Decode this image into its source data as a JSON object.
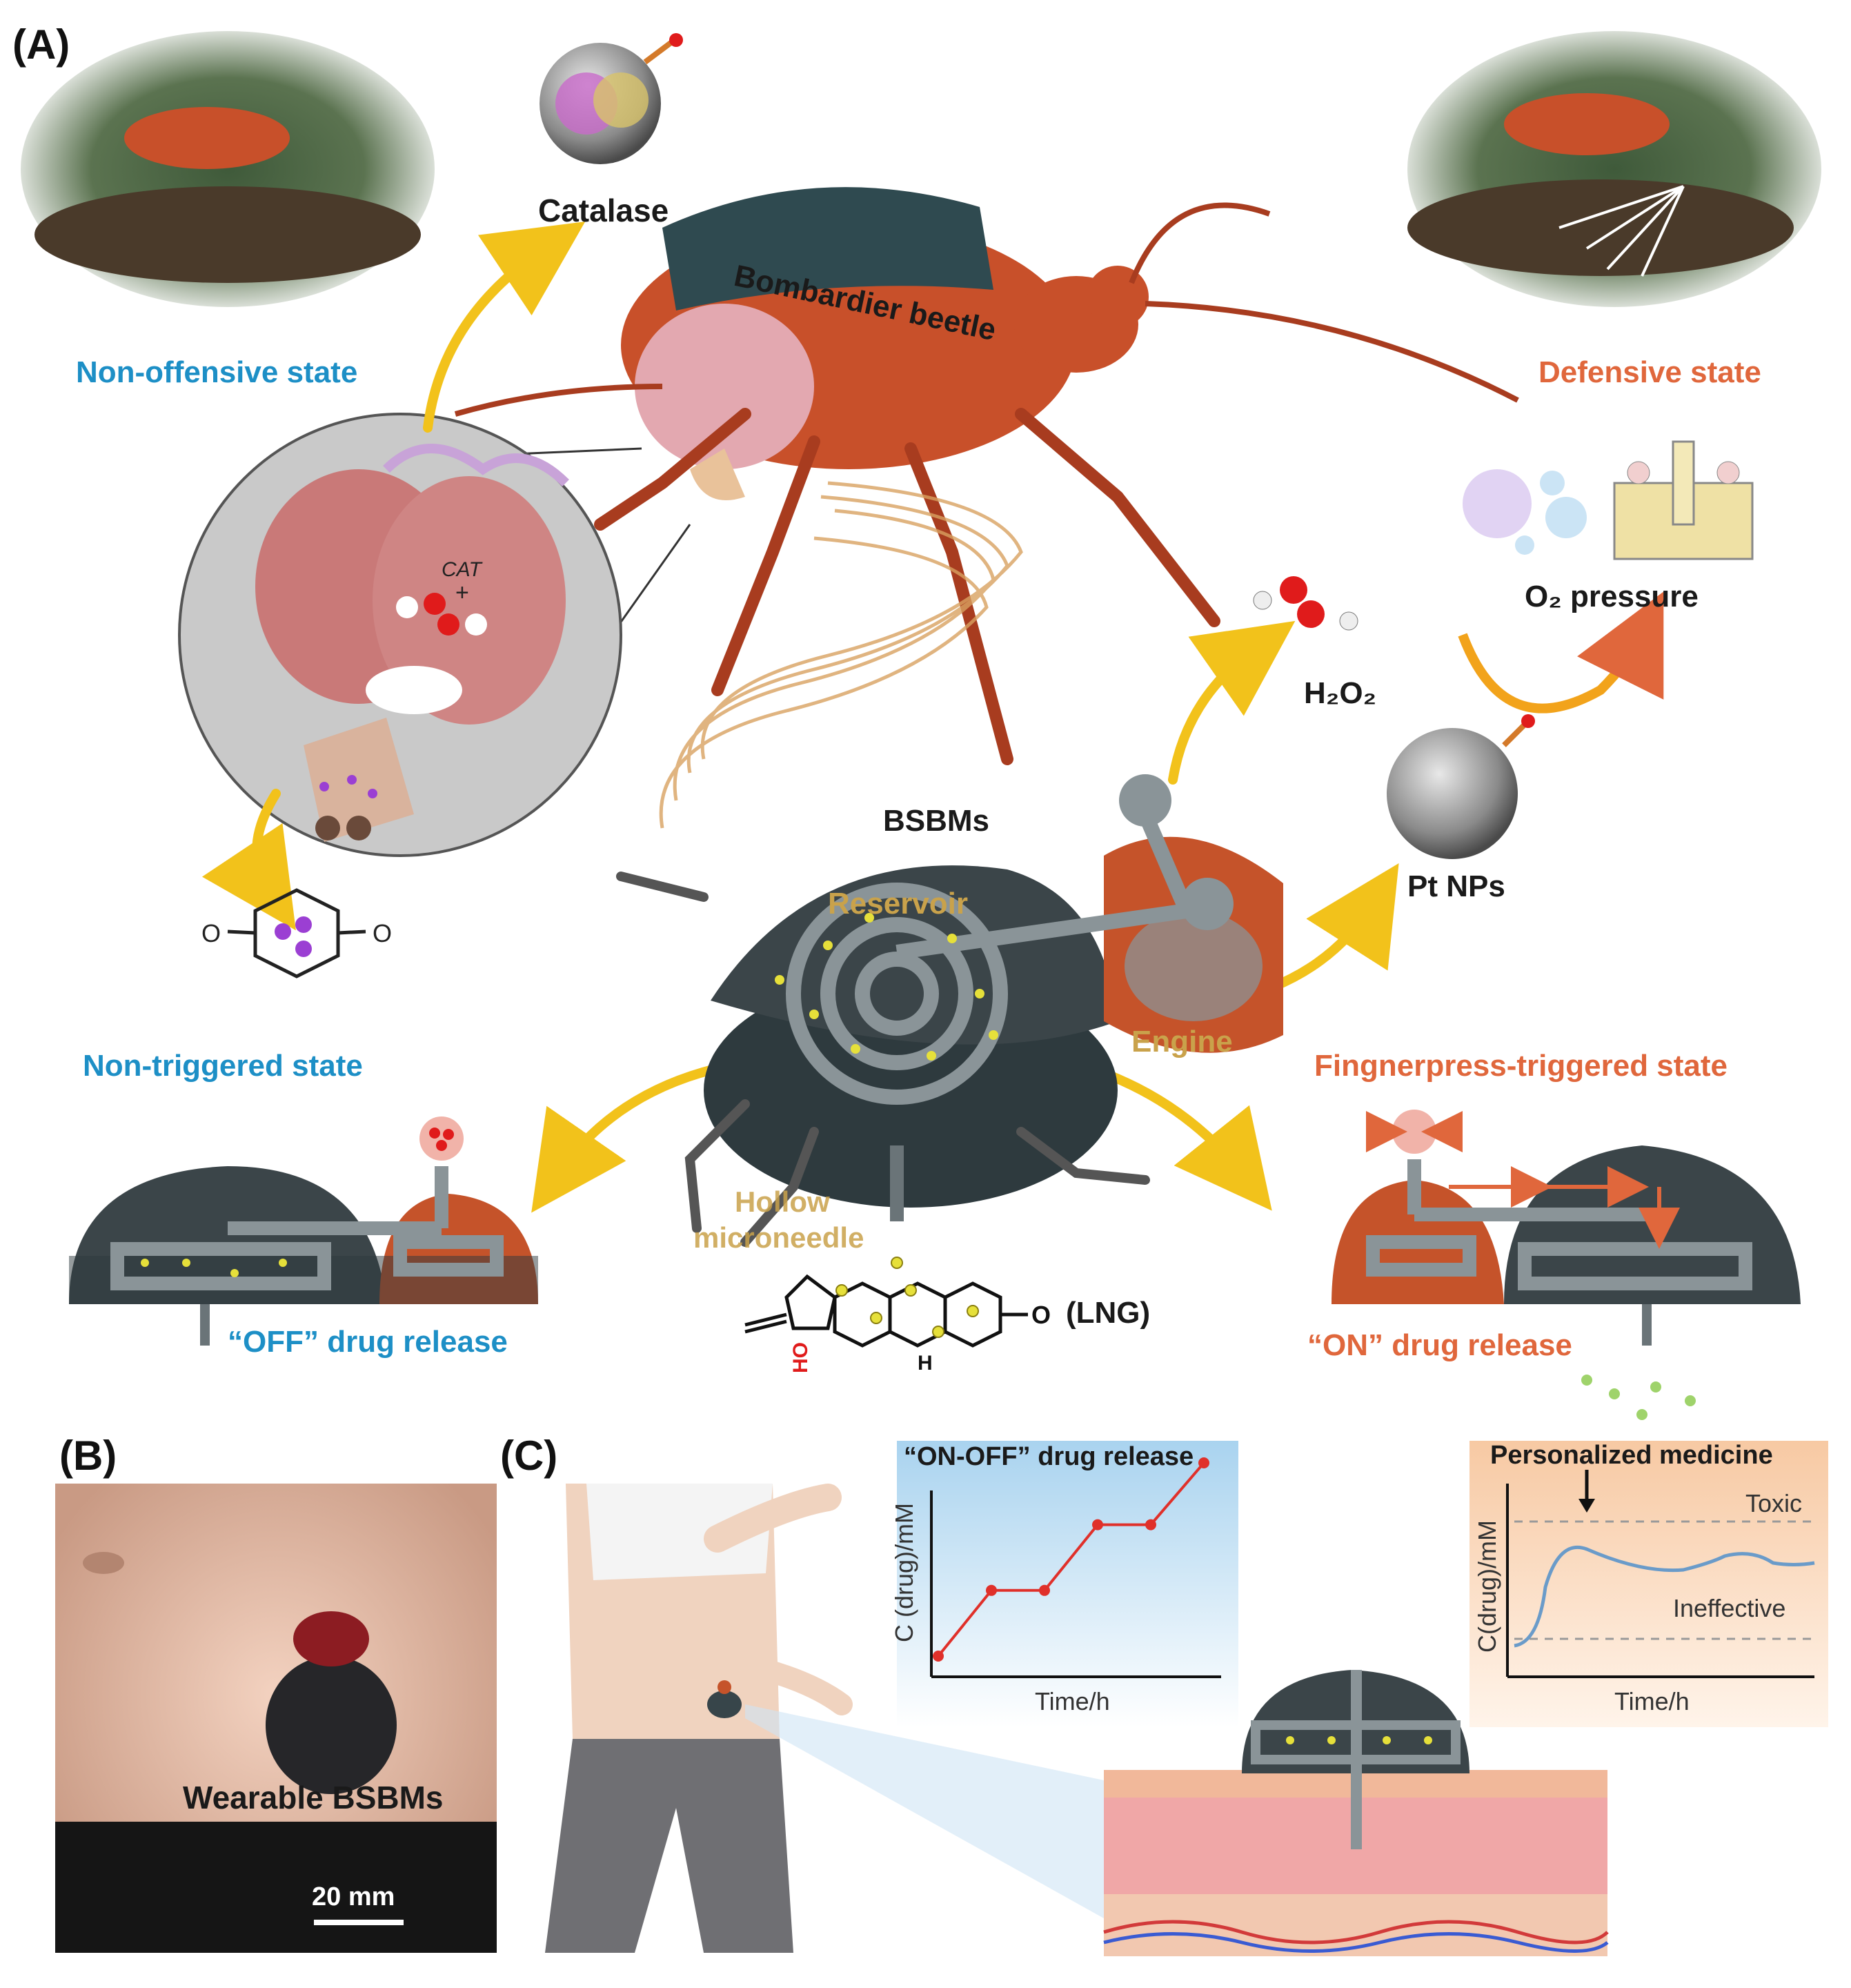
{
  "panels": {
    "a": "(A)",
    "b": "(B)",
    "c": "(C)"
  },
  "panel_a": {
    "catalase": "Catalase",
    "bombardier_beetle": "Bombardier beetle",
    "non_offensive_state": "Non-offensive state",
    "defensive_state": "Defensive state",
    "cat_label": "CAT",
    "cat_plus": "+",
    "o2_pressure": "O₂  pressure",
    "h2o2": "H₂O₂",
    "pt_nps": "Pt NPs",
    "bsbms": "BSBMs",
    "reservoir": "Reservoir",
    "engine": "Engine",
    "non_triggered_state": "Non-triggered state",
    "fingerpress_triggered_state": "Fingnerpress-triggered state",
    "hollow_microneedle_1": "Hollow",
    "hollow_microneedle_2": "microneedle",
    "lng": "(LNG)",
    "off_release": "“OFF”  drug release",
    "on_release": "“ON” drug release",
    "quinone_o_left": "O",
    "quinone_o_right": "O",
    "lng_o": "O",
    "lng_ho": "HO",
    "lng_h": "H"
  },
  "panel_b": {
    "wearable_label": "Wearable BSBMs",
    "scale_bar": "20 mm"
  },
  "panel_c": {
    "chart1_title": "“ON-OFF” drug release",
    "chart1_ylabel": "C (drug)/mM",
    "chart1_xlabel": "Time/h",
    "chart2_title": "Personalized medicine",
    "chart2_ylabel": "C(drug)/mM",
    "chart2_xlabel": "Time/h",
    "toxic": "Toxic",
    "ineffective": "Ineffective"
  },
  "chart_data": [
    {
      "type": "line",
      "title": "“ON-OFF” drug release",
      "xlabel": "Time/h",
      "ylabel": "C (drug)/mM",
      "x": [
        0,
        1,
        2,
        3,
        4,
        5
      ],
      "values": [
        0.0,
        0.34,
        0.34,
        0.68,
        0.68,
        1.0
      ],
      "color": "#e0302a"
    },
    {
      "type": "line",
      "title": "Personalized medicine",
      "xlabel": "Time/h",
      "ylabel": "C(drug)/mM",
      "reference_lines": [
        "Toxic",
        "Ineffective"
      ],
      "color": "#6a9bc9"
    }
  ],
  "colors": {
    "beetle": "#c8502a",
    "device_dark": "#3b4549",
    "engine": "#c5532a",
    "arrow": "#f2c21b",
    "blue_text": "#1d8fc6",
    "orange_text": "#e0673c",
    "gold_text": "#c9a24b"
  },
  "icons": {
    "arrows": "curved-yellow-arrow",
    "beetle": "beetle-icon"
  }
}
